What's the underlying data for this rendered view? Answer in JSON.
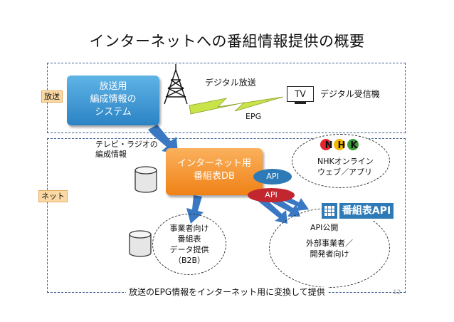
{
  "title": "インターネットへの番組情報提供の概要",
  "zones": {
    "broadcast_label": "放送",
    "net_label": "ネット"
  },
  "broadcast_box": {
    "line1": "放送用",
    "line2": "編成情報の",
    "line3": "システム"
  },
  "digital_broadcast": "デジタル放送",
  "tv_label": "TV",
  "digital_receiver": "デジタル受信機",
  "epg": "EPG",
  "tv_radio_info": {
    "line1": "テレビ・ラジオの",
    "line2": "編成情報"
  },
  "internet_db": {
    "line1": "インターネット用",
    "line2": "番組表DB"
  },
  "api_top": "API",
  "api_bottom": "API",
  "nhk_logo": "NHK",
  "nhk_online": {
    "line1": "NHKオンライン",
    "line2": "ウェブ／アプリ"
  },
  "bangumi_api_logo": "番組表API",
  "api_public": "API公開",
  "external": {
    "line1": "外部事業者／",
    "line2": "開発者向け"
  },
  "b2b": {
    "line1": "事業者向け",
    "line2": "番組表",
    "line3": "データ提供",
    "line4": "（B2B）"
  },
  "caption": "放送のEPG情報をインターネット用に変換して提供",
  "page_number": "12",
  "colors": {
    "blue_box": "#2b83c4",
    "orange_box": "#ef8116",
    "api_blue": "#2e7ab6",
    "api_red": "#c2262e",
    "arrow_blue": "#3a78c3",
    "zone_border": "#3f5f8f",
    "zone_label_bg": "#fbd9a4",
    "lightning": "#c9e34a"
  }
}
